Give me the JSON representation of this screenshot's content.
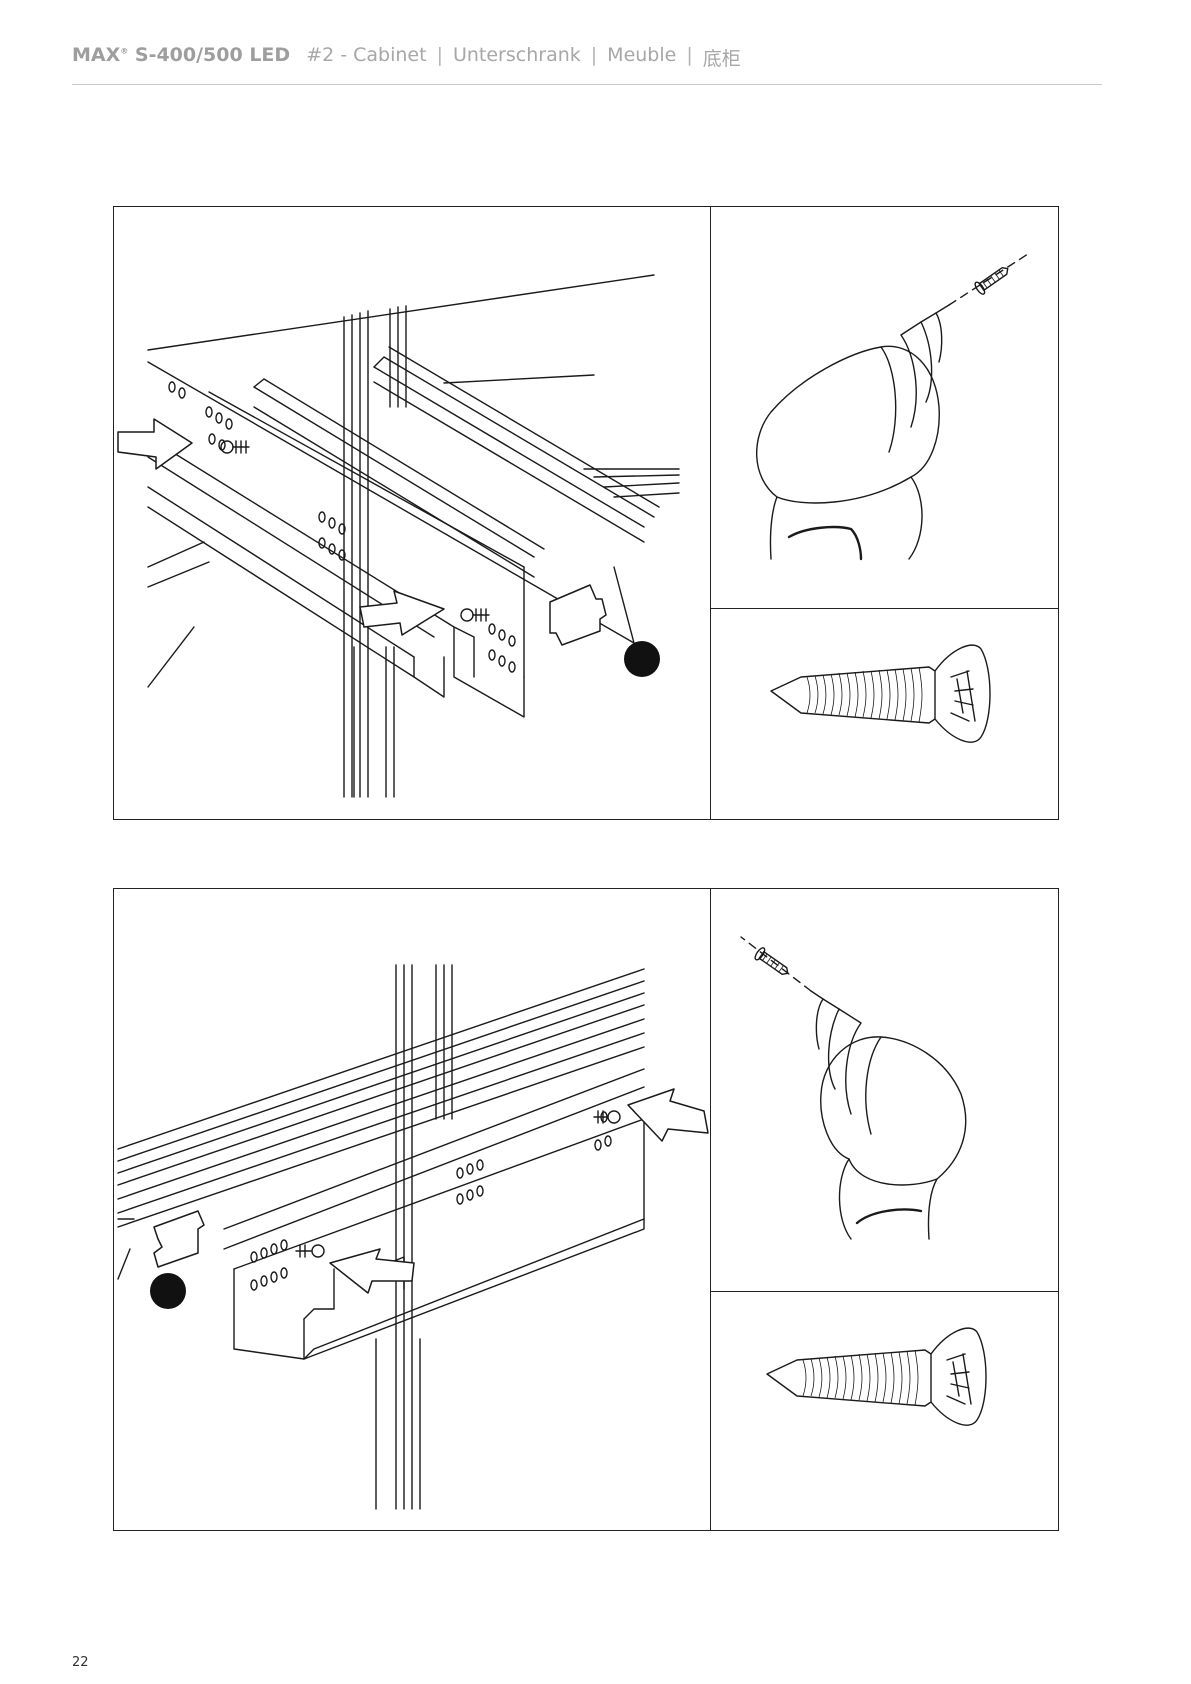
{
  "header": {
    "product": "MAX",
    "registered": "®",
    "model": " S-400/500 LED",
    "section": "#2 - Cabinet",
    "lang_de": "Unterschrank",
    "lang_fr": "Meuble",
    "lang_zh": "底柜",
    "separator": "|"
  },
  "page_number": "22"
}
